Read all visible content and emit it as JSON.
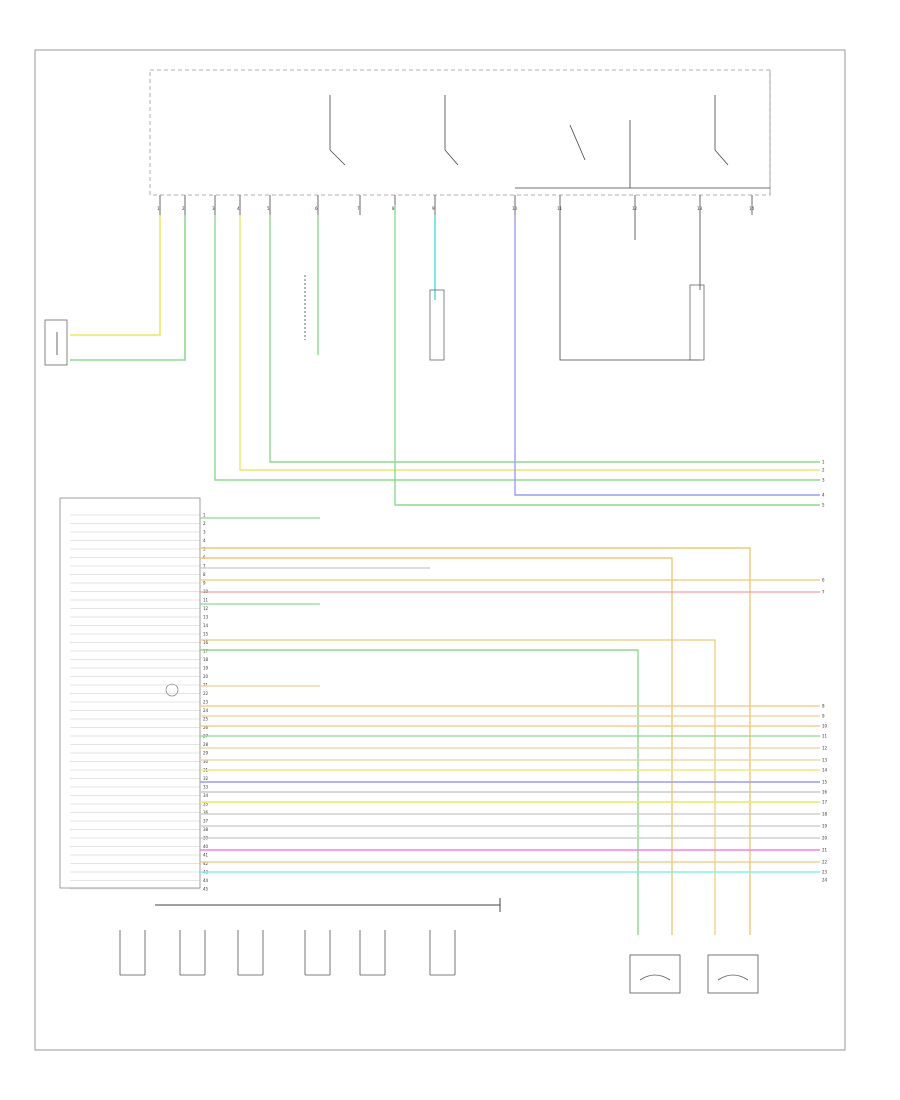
{
  "figure_number": "",
  "wire_colors": {
    "yellow": "#e8e86a",
    "green": "#8fd88f",
    "light_blue": "#66dede",
    "violet": "#9c9cf0",
    "orange": "#f0c87a",
    "tan": "#e6d49a",
    "pink": "#f0a0b4",
    "red": "#f0a0a0",
    "gray": "#c8c8c8",
    "magenta": "#f080f0",
    "cyan": "#80f0f0",
    "black": "#333333",
    "border": "#999999"
  },
  "top_connector_pins": [
    "1",
    "2",
    "3",
    "4",
    "5",
    "6",
    "7",
    "8",
    "9",
    "10",
    "11",
    "12",
    "13",
    "14"
  ],
  "module_pins": [
    "1",
    "2",
    "3",
    "4",
    "5",
    "6",
    "7",
    "8",
    "9",
    "10",
    "11",
    "12",
    "13",
    "14",
    "15",
    "16",
    "17",
    "18",
    "19",
    "20",
    "21",
    "22",
    "23",
    "24",
    "25",
    "26",
    "27",
    "28",
    "29",
    "30",
    "31",
    "32",
    "33",
    "34",
    "35",
    "36",
    "37",
    "38",
    "39",
    "40",
    "41",
    "42",
    "43",
    "44",
    "45"
  ],
  "right_edge_labels": [
    "1",
    "2",
    "3",
    "4",
    "5",
    "6",
    "7",
    "8",
    "9",
    "10",
    "11",
    "12",
    "13",
    "14",
    "15",
    "16",
    "17",
    "18",
    "19",
    "20",
    "21",
    "22",
    "23",
    "24"
  ],
  "bottom_components": [
    {
      "id": "c1",
      "label": ""
    },
    {
      "id": "c2",
      "label": ""
    },
    {
      "id": "c3",
      "label": ""
    },
    {
      "id": "c4",
      "label": ""
    },
    {
      "id": "c5",
      "label": ""
    },
    {
      "id": "c6",
      "label": ""
    }
  ],
  "solenoids": [
    {
      "id": "s1",
      "label": ""
    },
    {
      "id": "s2",
      "label": ""
    }
  ]
}
